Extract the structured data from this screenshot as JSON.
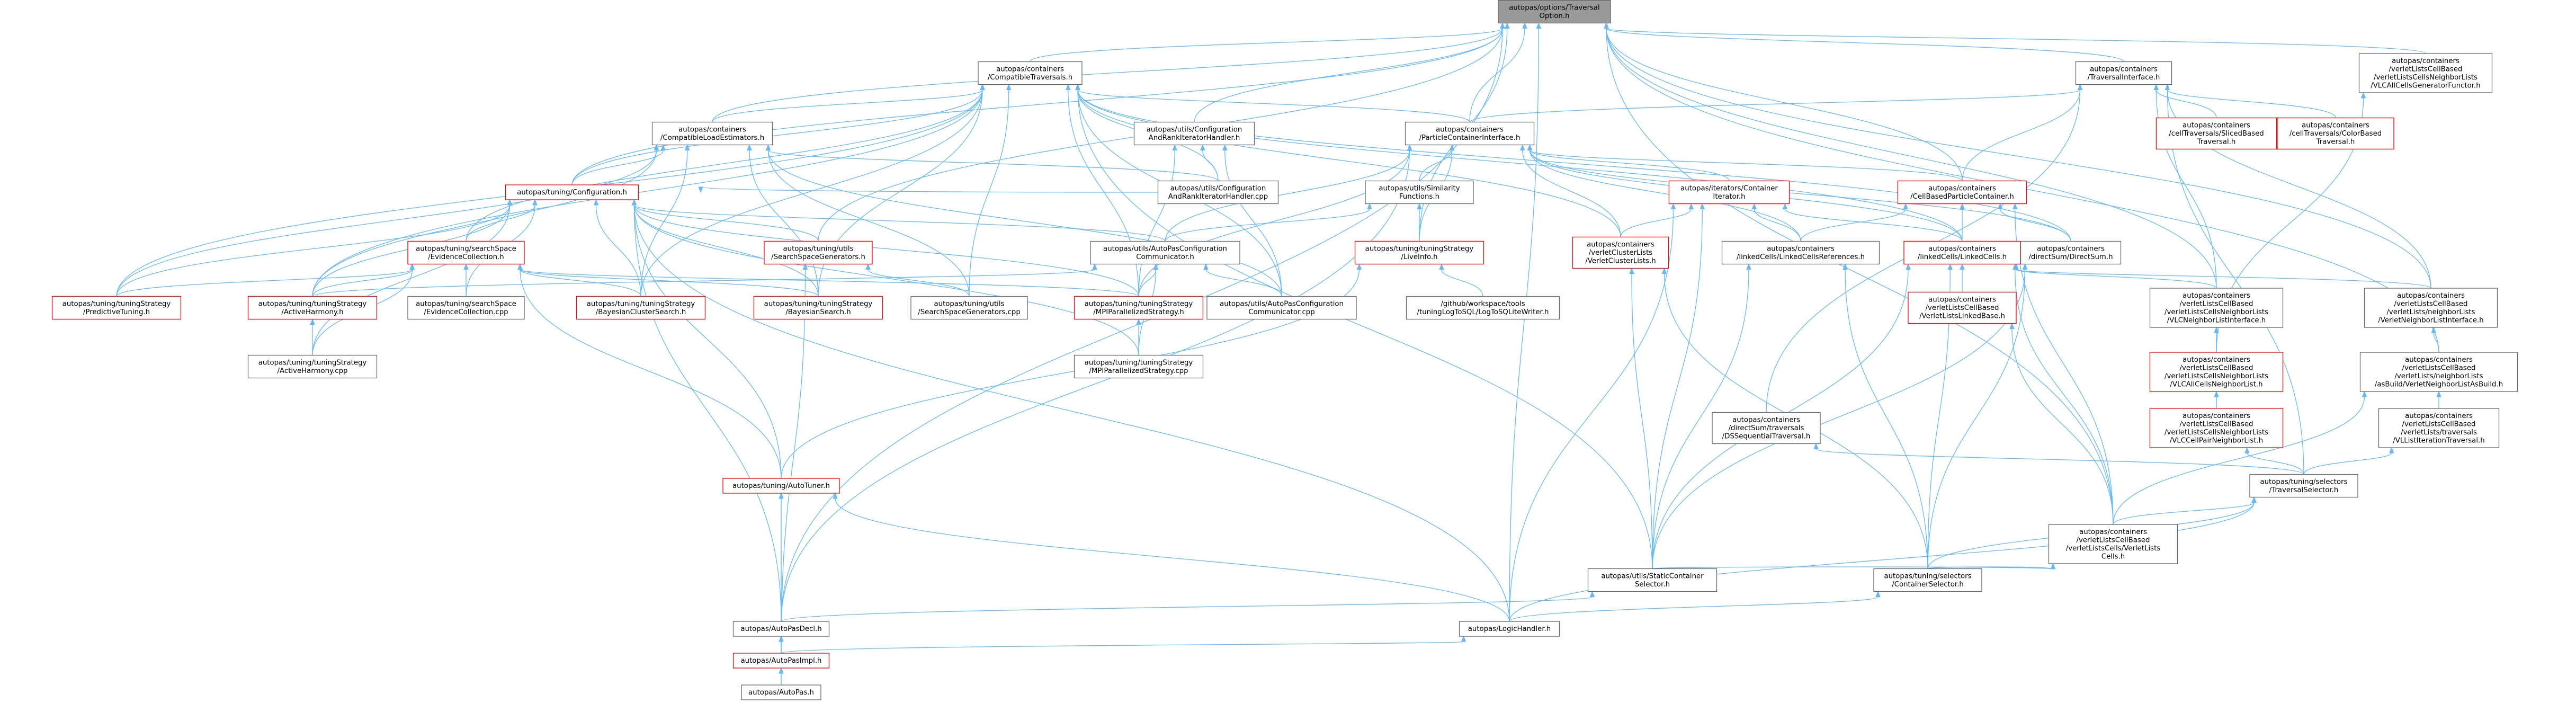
{
  "colors": {
    "background": "#ffffff",
    "root_fill": "#999999",
    "root_border": "#666666",
    "node_fill": "#ffffff",
    "node_border_default": "#666666",
    "node_border_truncated": "#ff0000",
    "node_text": "#000000",
    "edge": "#63b8ff"
  },
  "legend_note": "",
  "nodes": [
    {
      "id": "root",
      "style": "root",
      "lines": [
        "autopas/options/Traversal",
        "Option.h"
      ]
    },
    {
      "id": "compatTrav",
      "style": "normal",
      "lines": [
        "autopas/containers",
        "/CompatibleTraversals.h"
      ]
    },
    {
      "id": "trInterface",
      "style": "normal",
      "lines": [
        "autopas/containers",
        "/TraversalInterface.h"
      ]
    },
    {
      "id": "vlcGen",
      "style": "normal",
      "lines": [
        "autopas/containers",
        "/verletListsCellBased",
        "/verletListsCellsNeighborLists",
        "/VLCAllCellsGeneratorFunctor.h"
      ]
    },
    {
      "id": "configRank",
      "style": "normal",
      "lines": [
        "autopas/utils/Configuration",
        "AndRankIteratorHandler.h"
      ]
    },
    {
      "id": "particleCI",
      "style": "normal",
      "lines": [
        "autopas/containers",
        "/ParticleContainerInterface.h"
      ]
    },
    {
      "id": "lcSliced",
      "style": "truncated",
      "lines": [
        "autopas/containers",
        "/cellTraversals/SlicedBased",
        "Traversal.h"
      ]
    },
    {
      "id": "lcColor",
      "style": "truncated",
      "lines": [
        "autopas/containers",
        "/cellTraversals/ColorBased",
        "Traversal.h"
      ]
    },
    {
      "id": "compatLoad",
      "style": "normal",
      "lines": [
        "autopas/containers",
        "/CompatibleLoadEstimators.h"
      ]
    },
    {
      "id": "configH",
      "style": "truncated",
      "lines": [
        "autopas/tuning/Configuration.h"
      ]
    },
    {
      "id": "configRankCpp",
      "style": "normal",
      "lines": [
        "autopas/utils/Configuration",
        "AndRankIteratorHandler.cpp"
      ]
    },
    {
      "id": "simFunc",
      "style": "normal",
      "lines": [
        "autopas/utils/Similarity",
        "Functions.h"
      ]
    },
    {
      "id": "iterCont",
      "style": "truncated",
      "lines": [
        "autopas/iterators/Container",
        "Iterator.h"
      ]
    },
    {
      "id": "cellBasedPC",
      "style": "truncated",
      "lines": [
        "autopas/containers",
        "/CellBasedParticleContainer.h"
      ]
    },
    {
      "id": "evidenceCol",
      "style": "truncated",
      "lines": [
        "autopas/tuning/searchSpace",
        "/EvidenceCollection.h"
      ]
    },
    {
      "id": "ssGen",
      "style": "truncated",
      "lines": [
        "autopas/tuning/utils",
        "/SearchSpaceGenerators.h"
      ]
    },
    {
      "id": "apConfComm",
      "style": "normal",
      "lines": [
        "autopas/utils/AutoPasConfiguration",
        "Communicator.h"
      ]
    },
    {
      "id": "liveInfo",
      "style": "truncated",
      "lines": [
        "autopas/tuning/tuningStrategy",
        "/LiveInfo.h"
      ]
    },
    {
      "id": "vclH",
      "style": "truncated",
      "lines": [
        "autopas/containers",
        "/verletClusterLists",
        "/VerletClusterLists.h"
      ]
    },
    {
      "id": "lcRefs",
      "style": "normal",
      "lines": [
        "autopas/containers",
        "/linkedCells/LinkedCellsReferences.h"
      ]
    },
    {
      "id": "lcH",
      "style": "truncated",
      "lines": [
        "autopas/containers",
        "/linkedCells/LinkedCells.h"
      ]
    },
    {
      "id": "dsH",
      "style": "normal",
      "lines": [
        "autopas/containers",
        "/directSum/DirectSum.h"
      ]
    },
    {
      "id": "predTuning",
      "style": "truncated",
      "lines": [
        "autopas/tuning/tuningStrategy",
        "/PredictiveTuning.h"
      ]
    },
    {
      "id": "actHarmH",
      "style": "truncated",
      "lines": [
        "autopas/tuning/tuningStrategy",
        "/ActiveHarmony.h"
      ]
    },
    {
      "id": "evidenceCpp",
      "style": "normal",
      "lines": [
        "autopas/tuning/searchSpace",
        "/EvidenceCollection.cpp"
      ]
    },
    {
      "id": "bayesCluster",
      "style": "truncated",
      "lines": [
        "autopas/tuning/tuningStrategy",
        "/BayesianClusterSearch.h"
      ]
    },
    {
      "id": "bayesSearch",
      "style": "truncated",
      "lines": [
        "autopas/tuning/tuningStrategy",
        "/BayesianSearch.h"
      ]
    },
    {
      "id": "ssGenCpp",
      "style": "normal",
      "lines": [
        "autopas/tuning/utils",
        "/SearchSpaceGenerators.cpp"
      ]
    },
    {
      "id": "mpiParH",
      "style": "truncated",
      "lines": [
        "autopas/tuning/tuningStrategy",
        "/MPIParallelizedStrategy.h"
      ]
    },
    {
      "id": "apConfCommCpp",
      "style": "normal",
      "lines": [
        "autopas/utils/AutoPasConfiguration",
        "Communicator.cpp"
      ]
    },
    {
      "id": "sqlWriter",
      "style": "normal",
      "lines": [
        "/github/workspace/tools",
        "/tuningLogToSQL/LogToSQLiteWriter.h"
      ]
    },
    {
      "id": "vlcBase",
      "style": "truncated",
      "lines": [
        "autopas/containers",
        "/verletListsCellBased",
        "/VerletListsLinkedBase.h"
      ]
    },
    {
      "id": "vlcNLI",
      "style": "normal",
      "lines": [
        "autopas/containers",
        "/verletListsCellBased",
        "/verletListsCellsNeighborLists",
        "/VLCNeighborListInterface.h"
      ]
    },
    {
      "id": "vlNLI",
      "style": "normal",
      "lines": [
        "autopas/containers",
        "/verletListsCellBased",
        "/verletLists/neighborLists",
        "/VerletNeighborListInterface.h"
      ]
    },
    {
      "id": "actHarmCpp",
      "style": "normal",
      "lines": [
        "autopas/tuning/tuningStrategy",
        "/ActiveHarmony.cpp"
      ]
    },
    {
      "id": "mpiParCpp",
      "style": "normal",
      "lines": [
        "autopas/tuning/tuningStrategy",
        "/MPIParallelizedStrategy.cpp"
      ]
    },
    {
      "id": "vlcAllCellsNL",
      "style": "truncated",
      "lines": [
        "autopas/containers",
        "/verletListsCellBased",
        "/verletListsCellsNeighborLists",
        "/VLCAllCellsNeighborList.h"
      ]
    },
    {
      "id": "vlAsBuild",
      "style": "normal",
      "lines": [
        "autopas/containers",
        "/verletListsCellBased",
        "/verletLists/neighborLists",
        "/asBuild/VerletNeighborListAsBuild.h"
      ]
    },
    {
      "id": "vlcCellPair",
      "style": "truncated",
      "lines": [
        "autopas/containers",
        "/verletListsCellBased",
        "/verletListsCellsNeighborLists",
        "/VLCCellPairNeighborList.h"
      ]
    },
    {
      "id": "dsSeq",
      "style": "normal",
      "lines": [
        "autopas/containers",
        "/directSum/traversals",
        "/DSSequentialTraversal.h"
      ]
    },
    {
      "id": "vlAsBuildTr",
      "style": "normal",
      "lines": [
        "autopas/containers",
        "/verletListsCellBased",
        "/verletLists/traversals",
        "/VLListIterationTraversal.h"
      ]
    },
    {
      "id": "autoTuner",
      "style": "truncated",
      "lines": [
        "autopas/tuning/AutoTuner.h"
      ]
    },
    {
      "id": "trSelector",
      "style": "normal",
      "lines": [
        "autopas/tuning/selectors",
        "/TraversalSelector.h"
      ]
    },
    {
      "id": "vlcCells",
      "style": "normal",
      "lines": [
        "autopas/containers",
        "/verletListsCellBased",
        "/verletListsCells/VerletLists",
        "Cells.h"
      ]
    },
    {
      "id": "staticSel",
      "style": "normal",
      "lines": [
        "autopas/utils/StaticContainer",
        "Selector.h"
      ]
    },
    {
      "id": "contSel",
      "style": "normal",
      "lines": [
        "autopas/tuning/selectors",
        "/ContainerSelector.h"
      ]
    },
    {
      "id": "apDecl",
      "style": "normal",
      "lines": [
        "autopas/AutoPasDecl.h"
      ]
    },
    {
      "id": "logicHandler",
      "style": "normal",
      "lines": [
        "autopas/LogicHandler.h"
      ]
    },
    {
      "id": "apImpl",
      "style": "truncated",
      "lines": [
        "autopas/AutoPasImpl.h"
      ]
    },
    {
      "id": "apH",
      "style": "normal",
      "lines": [
        "autopas/AutoPas.h"
      ]
    }
  ],
  "edges": [
    [
      "compatTrav",
      "root"
    ],
    [
      "trInterface",
      "root"
    ],
    [
      "vlcGen",
      "root"
    ],
    [
      "configRank",
      "root"
    ],
    [
      "particleCI",
      "root"
    ],
    [
      "compatLoad",
      "root"
    ],
    [
      "configH",
      "root"
    ],
    [
      "liveInfo",
      "root"
    ],
    [
      "ssGen",
      "root"
    ],
    [
      "cellBasedPC",
      "root"
    ],
    [
      "apDecl",
      "root"
    ],
    [
      "vlNLI",
      "root"
    ],
    [
      "vlAsBuild",
      "root"
    ],
    [
      "vlcCells",
      "root"
    ],
    [
      "logicHandler",
      "root"
    ],
    [
      "vlcNLI",
      "root"
    ],
    [
      "compatLoad",
      "compatTrav"
    ],
    [
      "configH",
      "compatTrav"
    ],
    [
      "particleCI",
      "compatTrav"
    ],
    [
      "configRankCpp",
      "compatTrav"
    ],
    [
      "ssGenCpp",
      "compatTrav"
    ],
    [
      "apConfCommCpp",
      "compatTrav"
    ],
    [
      "predTuning",
      "compatTrav"
    ],
    [
      "actHarmH",
      "compatTrav"
    ],
    [
      "bayesCluster",
      "compatTrav"
    ],
    [
      "bayesSearch",
      "compatTrav"
    ],
    [
      "mpiParH",
      "compatTrav"
    ],
    [
      "staticSel",
      "compatTrav"
    ],
    [
      "lcH",
      "compatTrav"
    ],
    [
      "dsH",
      "compatTrav"
    ],
    [
      "vclH",
      "compatTrav"
    ],
    [
      "evidenceCol",
      "compatTrav"
    ],
    [
      "particleCI",
      "trInterface"
    ],
    [
      "lcSliced",
      "trInterface"
    ],
    [
      "lcColor",
      "trInterface"
    ],
    [
      "vlcNLI",
      "trInterface"
    ],
    [
      "dsSeq",
      "trInterface"
    ],
    [
      "trSelector",
      "trInterface"
    ],
    [
      "cellBasedPC",
      "trInterface"
    ],
    [
      "vlNLI",
      "trInterface"
    ],
    [
      "vlcAllCellsNL",
      "vlcGen"
    ],
    [
      "configRankCpp",
      "configRank"
    ],
    [
      "apConfCommCpp",
      "configRank"
    ],
    [
      "mpiParH",
      "configRank"
    ],
    [
      "simFunc",
      "particleCI"
    ],
    [
      "iterCont",
      "particleCI"
    ],
    [
      "cellBasedPC",
      "particleCI"
    ],
    [
      "liveInfo",
      "particleCI"
    ],
    [
      "vclH",
      "particleCI"
    ],
    [
      "lcRefs",
      "particleCI"
    ],
    [
      "lcH",
      "particleCI"
    ],
    [
      "dsH",
      "particleCI"
    ],
    [
      "apConfComm",
      "particleCI"
    ],
    [
      "mpiParH",
      "particleCI"
    ],
    [
      "apDecl",
      "particleCI"
    ],
    [
      "configH",
      "compatLoad"
    ],
    [
      "predTuning",
      "compatLoad"
    ],
    [
      "actHarmH",
      "compatLoad"
    ],
    [
      "bayesCluster",
      "compatLoad"
    ],
    [
      "ssGenCpp",
      "compatLoad"
    ],
    [
      "configRankCpp",
      "compatLoad"
    ],
    [
      "apConfCommCpp",
      "compatLoad"
    ],
    [
      "bayesSearch",
      "compatLoad"
    ],
    [
      "evidenceCol",
      "configH"
    ],
    [
      "ssGen",
      "configH"
    ],
    [
      "apConfComm",
      "configH"
    ],
    [
      "predTuning",
      "configH"
    ],
    [
      "actHarmH",
      "configH"
    ],
    [
      "evidenceCpp",
      "configH"
    ],
    [
      "bayesCluster",
      "configH"
    ],
    [
      "bayesSearch",
      "configH"
    ],
    [
      "mpiParH",
      "configH"
    ],
    [
      "actHarmCpp",
      "configH"
    ],
    [
      "mpiParCpp",
      "configH"
    ],
    [
      "autoTuner",
      "configH"
    ],
    [
      "apDecl",
      "configH"
    ],
    [
      "logicHandler",
      "configH"
    ],
    [
      "configRankCpp",
      "configH"
    ],
    [
      "apConfComm",
      "simFunc"
    ],
    [
      "liveInfo",
      "simFunc"
    ],
    [
      "vclH",
      "iterCont"
    ],
    [
      "lcRefs",
      "iterCont"
    ],
    [
      "lcH",
      "iterCont"
    ],
    [
      "staticSel",
      "iterCont"
    ],
    [
      "logicHandler",
      "iterCont"
    ],
    [
      "lcRefs",
      "cellBasedPC"
    ],
    [
      "lcH",
      "cellBasedPC"
    ],
    [
      "dsH",
      "cellBasedPC"
    ],
    [
      "vlcCells",
      "cellBasedPC"
    ],
    [
      "predTuning",
      "evidenceCol"
    ],
    [
      "actHarmH",
      "evidenceCol"
    ],
    [
      "evidenceCpp",
      "evidenceCol"
    ],
    [
      "bayesCluster",
      "evidenceCol"
    ],
    [
      "bayesSearch",
      "evidenceCol"
    ],
    [
      "mpiParH",
      "evidenceCol"
    ],
    [
      "autoTuner",
      "evidenceCol"
    ],
    [
      "actHarmCpp",
      "evidenceCol"
    ],
    [
      "ssGenCpp",
      "ssGen"
    ],
    [
      "apImpl",
      "ssGen"
    ],
    [
      "apConfCommCpp",
      "apConfComm"
    ],
    [
      "mpiParH",
      "apConfComm"
    ],
    [
      "mpiParCpp",
      "apConfComm"
    ],
    [
      "actHarmH",
      "apConfComm"
    ],
    [
      "sqlWriter",
      "liveInfo"
    ],
    [
      "autoTuner",
      "liveInfo"
    ],
    [
      "staticSel",
      "vclH"
    ],
    [
      "contSel",
      "vclH"
    ],
    [
      "staticSel",
      "lcRefs"
    ],
    [
      "contSel",
      "lcRefs"
    ],
    [
      "vlcBase",
      "lcH"
    ],
    [
      "vlcNLI",
      "lcH"
    ],
    [
      "vlNLI",
      "lcH"
    ],
    [
      "staticSel",
      "lcH"
    ],
    [
      "contSel",
      "lcH"
    ],
    [
      "vlcCells",
      "lcH"
    ],
    [
      "staticSel",
      "dsH"
    ],
    [
      "contSel",
      "dsH"
    ],
    [
      "actHarmCpp",
      "actHarmH"
    ],
    [
      "mpiParCpp",
      "mpiParH"
    ],
    [
      "vlcCells",
      "vlcBase"
    ],
    [
      "vlcAllCellsNL",
      "vlcNLI"
    ],
    [
      "vlcCellPair",
      "vlcNLI"
    ],
    [
      "vlAsBuild",
      "vlNLI"
    ],
    [
      "vlcCellPair",
      "vlcAllCellsNL"
    ],
    [
      "vlAsBuildTr",
      "vlAsBuild"
    ],
    [
      "vlcCells",
      "vlAsBuild"
    ],
    [
      "trSelector",
      "vlcCellPair"
    ],
    [
      "trSelector",
      "dsSeq"
    ],
    [
      "trSelector",
      "vlAsBuildTr"
    ],
    [
      "apDecl",
      "autoTuner"
    ],
    [
      "logicHandler",
      "autoTuner"
    ],
    [
      "apImpl",
      "autoTuner"
    ],
    [
      "vlcCells",
      "trSelector"
    ],
    [
      "contSel",
      "trSelector"
    ],
    [
      "logicHandler",
      "trSelector"
    ],
    [
      "staticSel",
      "vlcCells"
    ],
    [
      "contSel",
      "vlcCells"
    ],
    [
      "apDecl",
      "staticSel"
    ],
    [
      "logicHandler",
      "contSel"
    ],
    [
      "apH",
      "apDecl"
    ],
    [
      "apImpl",
      "apDecl"
    ],
    [
      "apImpl",
      "logicHandler"
    ],
    [
      "apH",
      "apImpl"
    ]
  ]
}
